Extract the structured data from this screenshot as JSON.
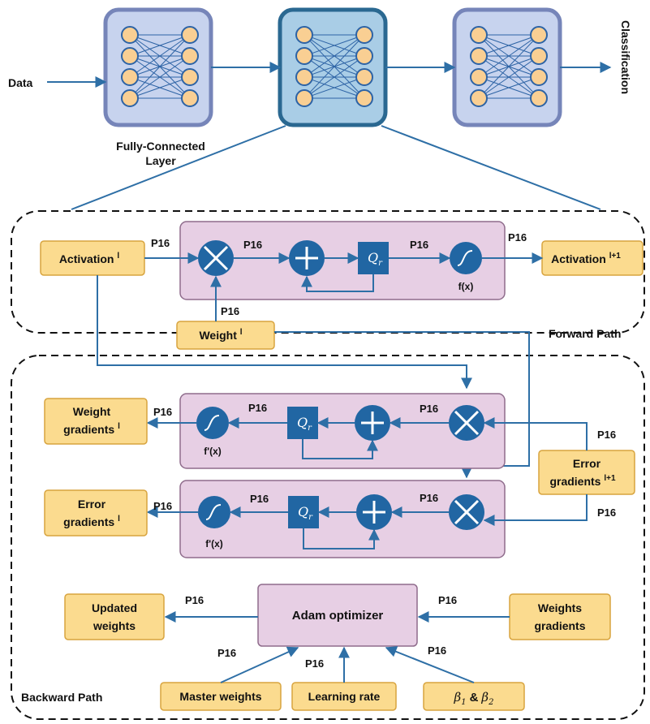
{
  "top": {
    "data_label": "Data",
    "classification_label": "Classification",
    "fc_caption_line1": "Fully-Connected",
    "fc_caption_line2": "Layer"
  },
  "forward": {
    "path_label": "Forward Path",
    "activation_in": "Activation",
    "activation_in_sup": "l",
    "activation_out": "Activation",
    "activation_out_sup": "l+1",
    "weight": "Weight",
    "weight_sup": "l",
    "fx": "f(x)",
    "p16": "P16"
  },
  "backward": {
    "path_label": "Backward Path",
    "weight_gradients_line1": "Weight",
    "weight_gradients_line2": "gradients",
    "weight_gradients_sup": "l",
    "error_gradients_line1": "Error",
    "error_gradients_line2": "gradients",
    "error_gradients_sup": "l",
    "error_in_line1": "Error",
    "error_in_line2": "gradients",
    "error_in_sup": "l+1",
    "fpx": "f'(x)",
    "adam": "Adam optimizer",
    "updated_line1": "Updated",
    "updated_line2": "weights",
    "weights_grad_line1": "Weights",
    "weights_grad_line2": "gradients",
    "master_weights": "Master weights",
    "learning_rate": "Learning rate",
    "beta1": "β",
    "beta1_sub": "1",
    "beta_and": "&",
    "beta2": "β",
    "beta2_sub": "2",
    "p16": "P16"
  },
  "quantizer": {
    "q": "Q",
    "sub": "r"
  },
  "colors": {
    "line": "#2e6fa6",
    "circle": "#2166a3",
    "box_fill": "#fbdb8f",
    "box_stroke": "#d8a43f",
    "stage_fill": "#e7cfe4",
    "stage_stroke": "#8f6c8c",
    "fc_fill": "#c7d3ee",
    "fc_fill_selected": "#a9cde6",
    "fc_stroke": "#7685b9",
    "neuron_fill": "#f9cf93",
    "neuron_stroke": "#2d63a5"
  }
}
